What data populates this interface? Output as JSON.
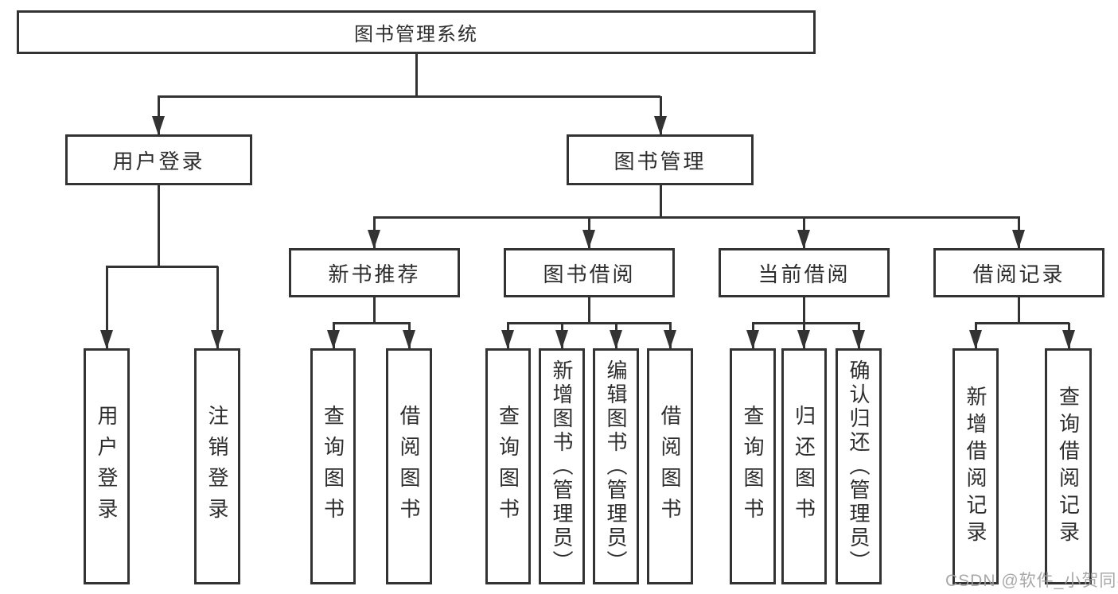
{
  "diagram": {
    "watermark": "CSDN @软件_小贺同学",
    "colors": {
      "line": "#333333",
      "text": "#2d2d2d",
      "background": "#ffffff",
      "watermark": "#9e9e9e"
    },
    "nodes": {
      "root": {
        "label": "图书管理系统"
      },
      "user_login": {
        "label": "用户登录",
        "children": [
          {
            "label": "用户登录"
          },
          {
            "label": "注销登录"
          }
        ]
      },
      "book_mgmt": {
        "label": "图书管理",
        "children": [
          {
            "label": "新书推荐",
            "children": [
              {
                "label": "查询图书"
              },
              {
                "label": "借阅图书"
              }
            ]
          },
          {
            "label": "图书借阅",
            "children": [
              {
                "label": "查询图书"
              },
              {
                "label": "新增图书（管理员）"
              },
              {
                "label": "编辑图书（管理员）"
              },
              {
                "label": "借阅图书"
              }
            ]
          },
          {
            "label": "当前借阅",
            "children": [
              {
                "label": "查询图书"
              },
              {
                "label": "归还图书"
              },
              {
                "label": "确认归还（管理员）"
              }
            ]
          },
          {
            "label": "借阅记录",
            "children": [
              {
                "label": "新增借阅记录"
              },
              {
                "label": "查询借阅记录"
              }
            ]
          }
        ]
      }
    }
  }
}
